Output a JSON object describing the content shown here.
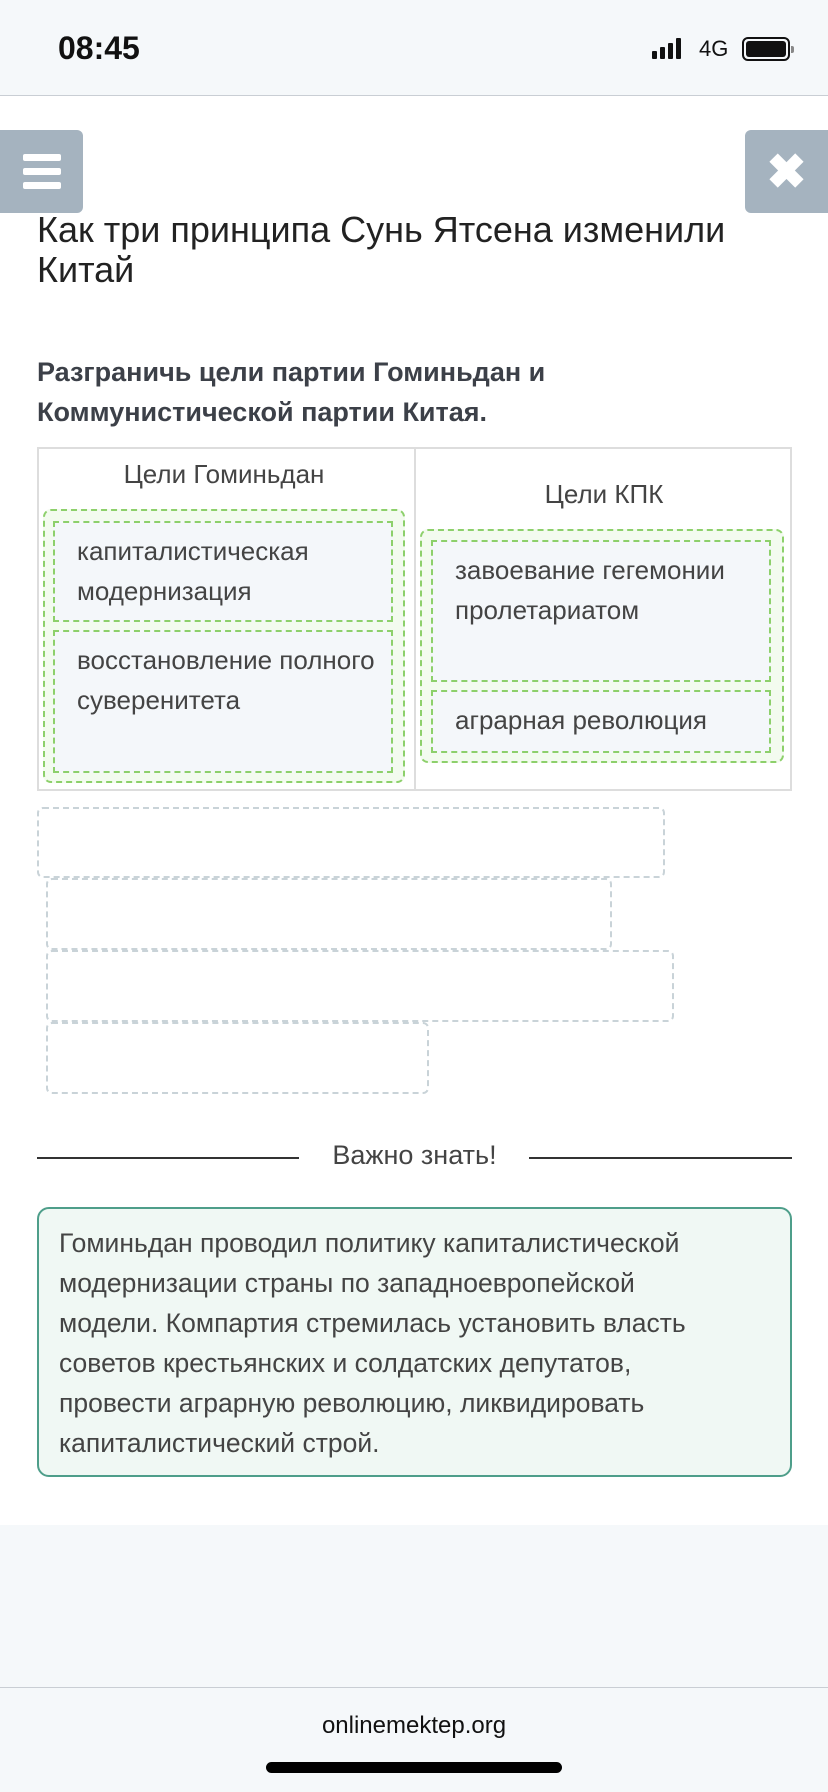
{
  "status_bar": {
    "time": "08:45",
    "network": "4G"
  },
  "header": {
    "menu_icon": "hamburger-icon",
    "close_label": "✖"
  },
  "title": "Как три принципа Сунь Ятсена изменили Китай",
  "instruction": "Разграничь цели партии Гоминьдан и Коммунистической партии Китая.",
  "columns": [
    {
      "heading": "Цели Гоминьдан",
      "items": [
        "капиталистическая модернизация",
        "восстановление полного суверенитета"
      ]
    },
    {
      "heading": "Цели КПК",
      "items": [
        "завоевание гегемонии пролетариатом",
        "аграрная революция"
      ]
    }
  ],
  "important": {
    "heading": "Важно знать!",
    "lines": [
      "Гоминьдан проводил политику капиталистической",
      "модернизации страны по западноевропейской",
      "модели. Компартия стремилась установить власть",
      "советов крестьянских и солдатских депутатов,",
      "провести аграрную революцию, ликвидировать",
      "капиталистический строй."
    ]
  },
  "footer": {
    "url": "onlinemektep.org"
  },
  "colors": {
    "accent_green": "#8dd06b",
    "info_border": "#4e9e8a",
    "button_grey": "#a5b3bf"
  }
}
